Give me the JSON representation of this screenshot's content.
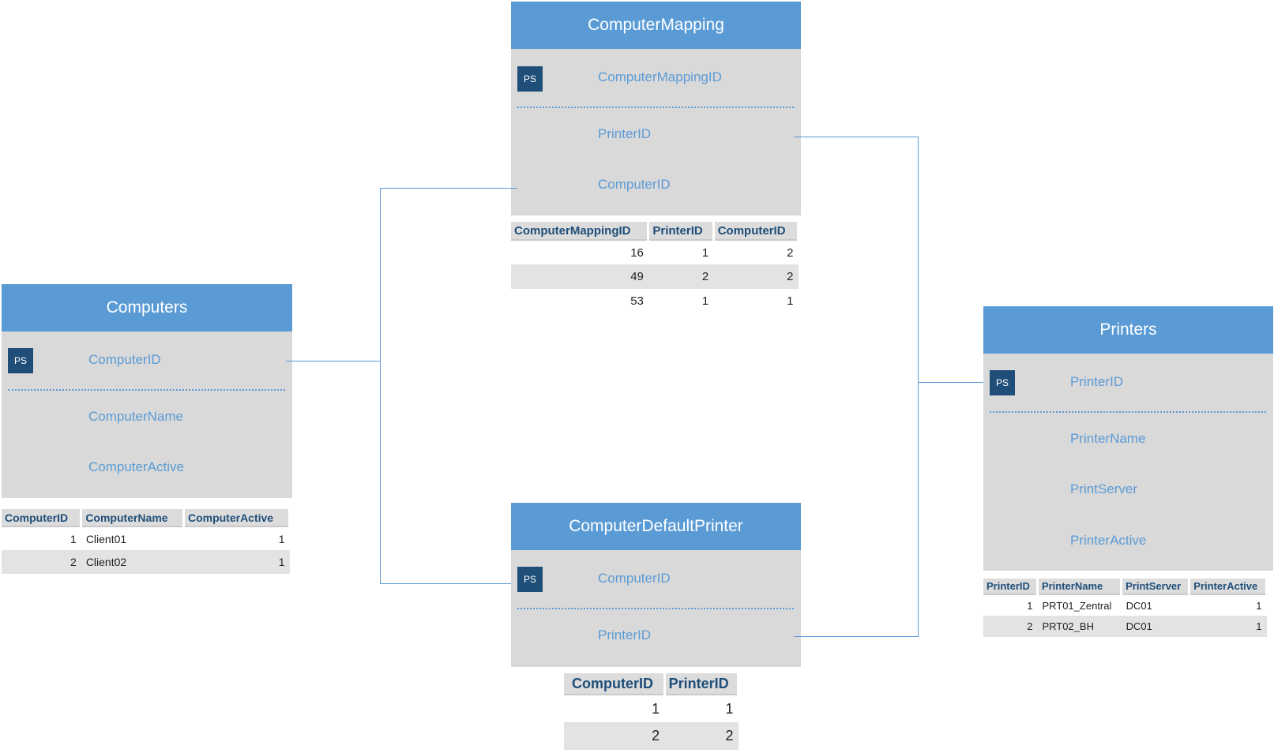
{
  "computer_mapping": {
    "title": "ComputerMapping",
    "pk_badge": "PS",
    "fields": [
      "ComputerMappingID",
      "PrinterID",
      "ComputerID"
    ],
    "table": {
      "columns": [
        "ComputerMappingID",
        "PrinterID",
        "ComputerID"
      ],
      "rows": [
        [
          "16",
          "1",
          "2"
        ],
        [
          "49",
          "2",
          "2"
        ],
        [
          "53",
          "1",
          "1"
        ]
      ]
    }
  },
  "computers": {
    "title": "Computers",
    "pk_badge": "PS",
    "fields": [
      "ComputerID",
      "ComputerName",
      "ComputerActive"
    ],
    "table": {
      "columns": [
        "ComputerID",
        "ComputerName",
        "ComputerActive"
      ],
      "rows": [
        [
          "1",
          "Client01",
          "1"
        ],
        [
          "2",
          "Client02",
          "1"
        ]
      ]
    }
  },
  "computer_default_printer": {
    "title": "ComputerDefaultPrinter",
    "pk_badge": "PS",
    "fields": [
      "ComputerID",
      "PrinterID"
    ],
    "table": {
      "columns": [
        "ComputerID",
        "PrinterID"
      ],
      "rows": [
        [
          "1",
          "1"
        ],
        [
          "2",
          "2"
        ]
      ]
    }
  },
  "printers": {
    "title": "Printers",
    "pk_badge": "PS",
    "fields": [
      "PrinterID",
      "PrinterName",
      "PrintServer",
      "PrinterActive"
    ],
    "table": {
      "columns": [
        "PrinterID",
        "PrinterName",
        "PrintServer",
        "PrinterActive"
      ],
      "rows": [
        [
          "1",
          "PRT01_Zentral",
          "DC01",
          "1"
        ],
        [
          "2",
          "PRT02_BH",
          "DC01",
          "1"
        ]
      ]
    }
  },
  "colors": {
    "header": "#5b9bd5",
    "body": "#d9d9d9",
    "pk_badge": "#1f4e79",
    "field_text": "#5b9bd5",
    "connector": "#5b9bd5"
  }
}
